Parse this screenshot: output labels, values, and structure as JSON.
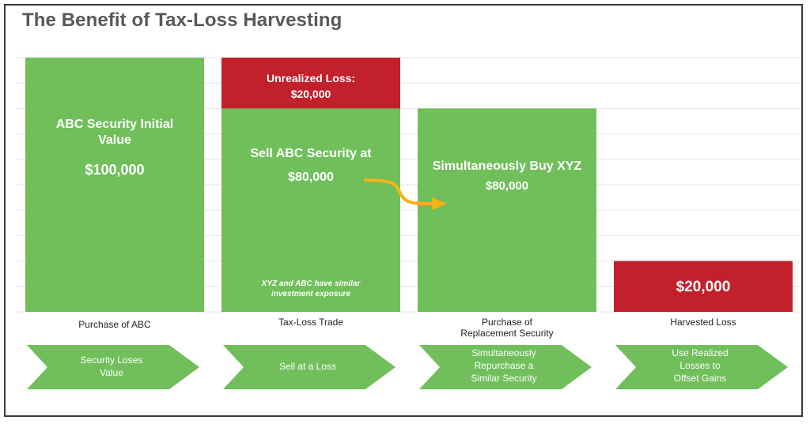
{
  "title": "The Benefit of Tax-Loss Harvesting",
  "colors": {
    "green": "#70bf5b",
    "red": "#c2202b",
    "arrow": "#f6b417",
    "title": "#55595c"
  },
  "chart_data": {
    "type": "bar",
    "ylim": [
      0,
      100000
    ],
    "grid": true,
    "categories": [
      "Purchase of ABC",
      "Tax-Loss Trade",
      "Purchase of Replacement Security",
      "Harvested Loss"
    ],
    "series": [
      {
        "name": "",
        "color": "#70bf5b",
        "values": [
          100000,
          80000,
          80000,
          0
        ]
      },
      {
        "name": "",
        "color": "#c2202b",
        "values": [
          0,
          20000,
          0,
          20000
        ]
      }
    ],
    "blocks": {
      "abc": {
        "line1": "ABC Security Initial",
        "line2": "Value",
        "amount": "$100,000"
      },
      "loss": {
        "line1": "Unrealized Loss:",
        "amount": "$20,000"
      },
      "sell": {
        "line1": "Sell ABC Security at",
        "amount": "$80,000",
        "note_line1": "XYZ and ABC have similar",
        "note_line2": "investment exposure"
      },
      "buy": {
        "line1": "Simultaneously Buy XYZ",
        "amount": "$80,000"
      },
      "harvest": {
        "amount": "$20,000"
      }
    },
    "category_labels": [
      {
        "line1": "Purchase of ABC",
        "line2": ""
      },
      {
        "line1": "Tax-Loss Trade",
        "line2": ""
      },
      {
        "line1": "Purchase of",
        "line2": "Replacement Security"
      },
      {
        "line1": "Harvested Loss",
        "line2": ""
      }
    ],
    "steps": [
      {
        "line1": "Security Loses",
        "line2": "Value",
        "line3": ""
      },
      {
        "line1": "Sell at a Loss",
        "line2": "",
        "line3": ""
      },
      {
        "line1": "Simultaneously",
        "line2": "Repurchase a",
        "line3": "Similar Security"
      },
      {
        "line1": "Use Realized",
        "line2": "Losses to",
        "line3": "Offset Gains"
      }
    ]
  }
}
